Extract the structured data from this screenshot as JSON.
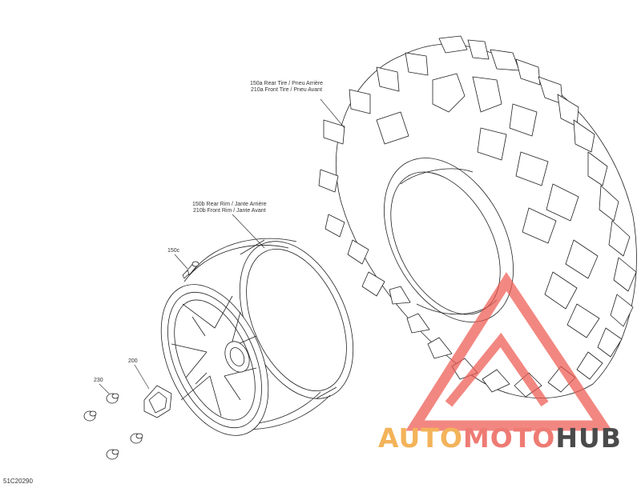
{
  "callouts": {
    "tire": {
      "line1": "150a Rear Tire / Pneu Arrière",
      "line2": "210a Front Tire / Pneu Avant"
    },
    "rim": {
      "line1": "150b Rear Rim / Jante Arrière",
      "line2": "210b Front Rim / Jante Avant"
    },
    "valve": "150c",
    "cap": "200",
    "nuts": "230"
  },
  "figure_code": "51C20290",
  "watermark": {
    "part1": "AUTO",
    "part2": "MOTO",
    "part3": "HUB",
    "color_auto": "#f3b35a",
    "color_moto": "#ee7b74",
    "color_hub": "#4a4a4a",
    "logo_color": "#ee5a52"
  }
}
